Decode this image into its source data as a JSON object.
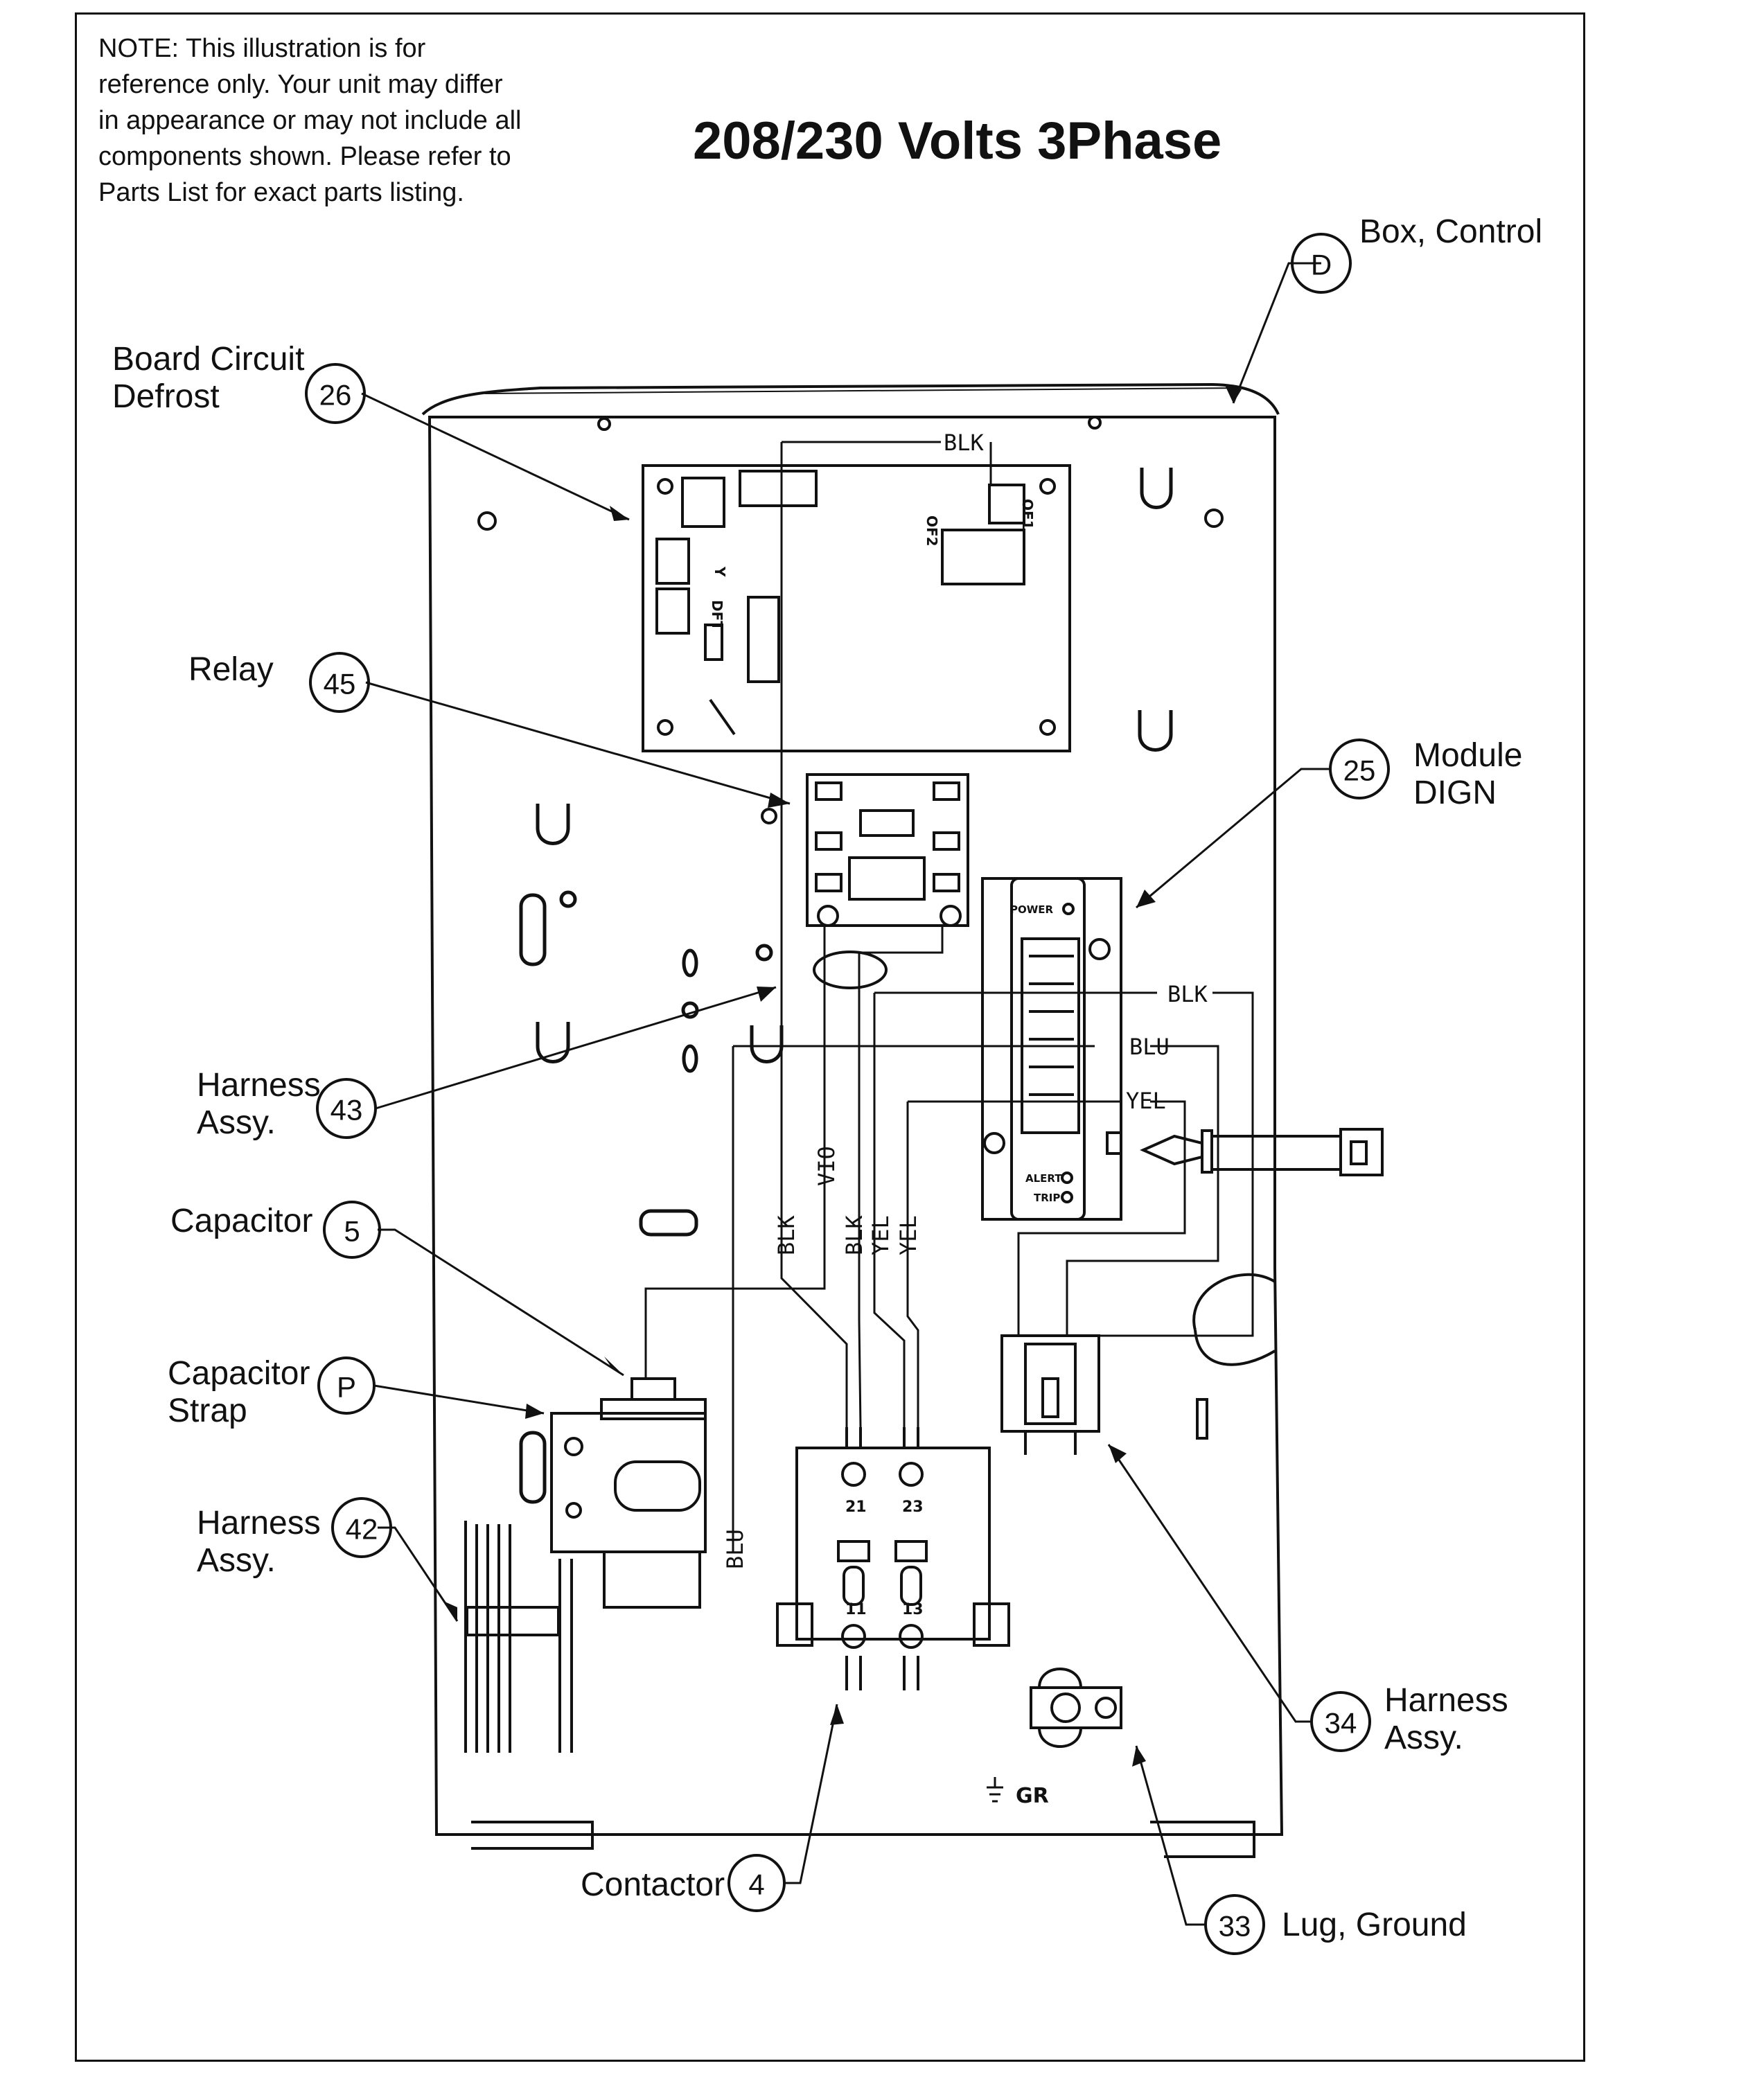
{
  "note": "NOTE: This illustration is for\nreference only.  Your unit may differ\nin appearance or may not include all\ncomponents shown.  Please refer to\nParts List for      exact parts listing.",
  "title": "208/230 Volts 3Phase",
  "callouts": {
    "box_control": {
      "num": "D",
      "line1": "Box, Control",
      "line2": ""
    },
    "board_circuit": {
      "num": "26",
      "line1": "Board Circuit",
      "line2": "Defrost"
    },
    "relay": {
      "num": "45",
      "line1": "Relay",
      "line2": ""
    },
    "module": {
      "num": "25",
      "line1": "Module",
      "line2": "DIGN"
    },
    "harness_43": {
      "num": "43",
      "line1": "Harness",
      "line2": "Assy."
    },
    "capacitor": {
      "num": "5",
      "line1": "Capacitor",
      "line2": ""
    },
    "capacitor_strap": {
      "num": "P",
      "line1": "Capacitor",
      "line2": "Strap"
    },
    "harness_42": {
      "num": "42",
      "line1": "Harness",
      "line2": "Assy."
    },
    "harness_34": {
      "num": "34",
      "line1": "Harness",
      "line2": "Assy."
    },
    "contactor": {
      "num": "4",
      "line1": "Contactor",
      "line2": ""
    },
    "lug_ground": {
      "num": "33",
      "line1": "Lug, Ground",
      "line2": ""
    }
  },
  "wire_labels": {
    "blk_top": "BLK",
    "blk_module": "BLK",
    "blu_module": "BLU",
    "yel_module": "YEL",
    "vio": "VIO",
    "blk_a": "BLK",
    "blk_b": "BLK",
    "yel_a": "YEL",
    "yel_b": "YEL",
    "blu_left": "BLU"
  },
  "board_labels": {
    "of1": "OF1",
    "of2": "OF2",
    "y": "Y",
    "dft": "DFT"
  },
  "module_labels": {
    "power": "POWER",
    "alert": "ALERT",
    "trip": "TRIP"
  },
  "contactor_labels": {
    "t21": "21",
    "t23": "23",
    "t11": "11",
    "t13": "13"
  },
  "ground_label": "GR"
}
